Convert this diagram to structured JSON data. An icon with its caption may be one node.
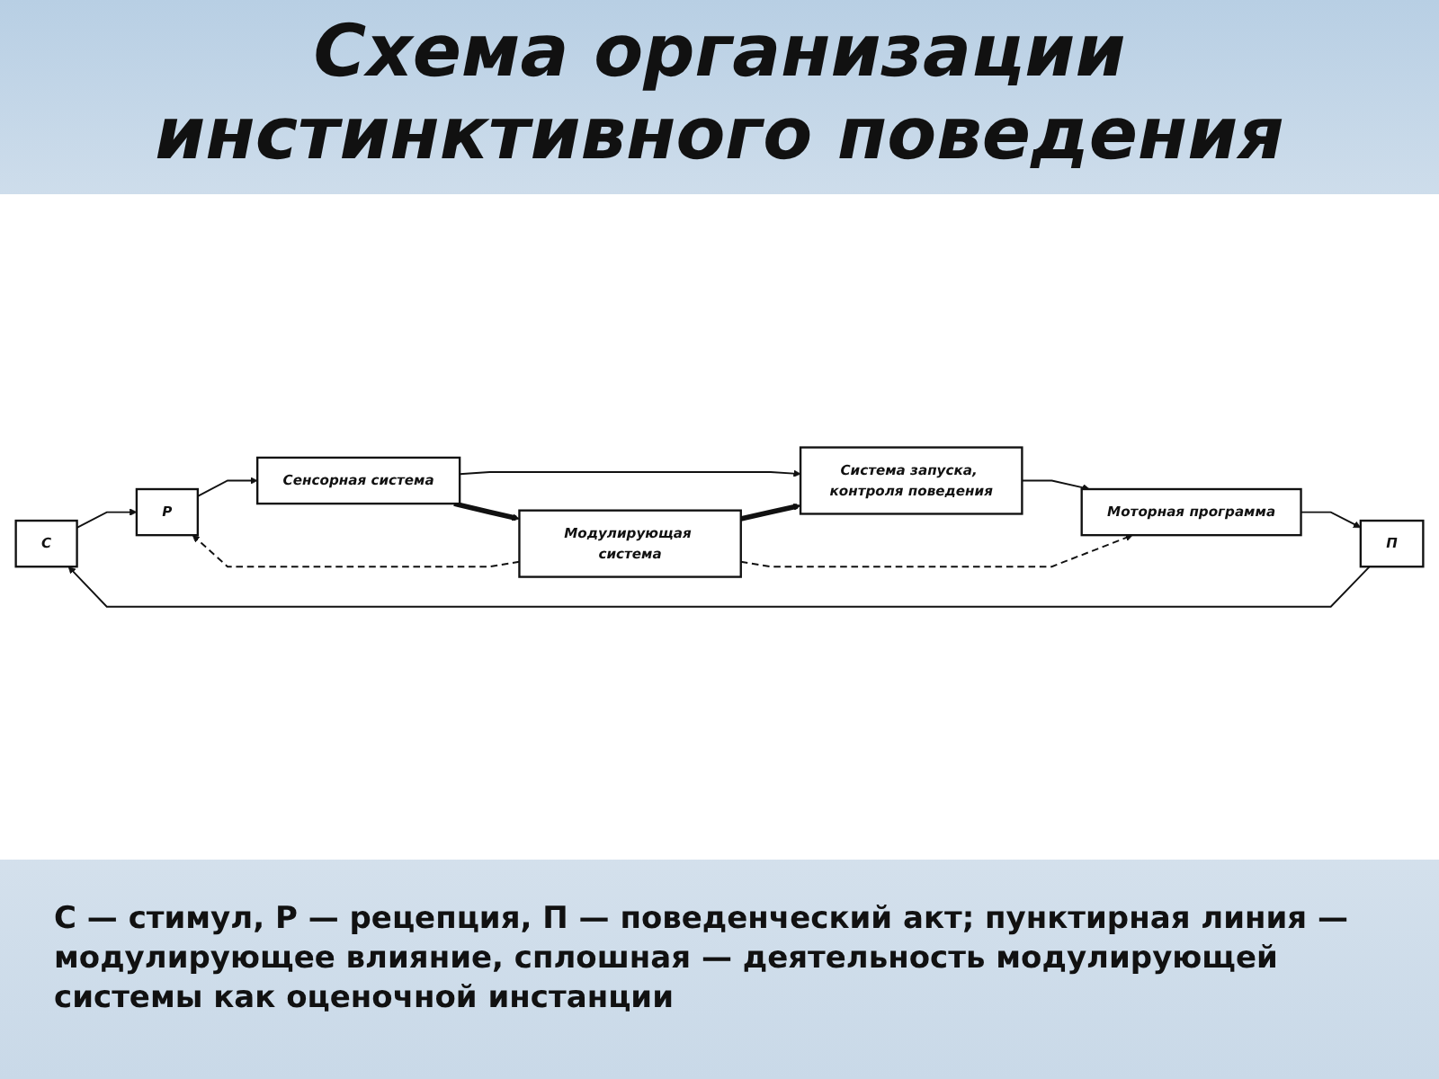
{
  "diagram": {
    "title": "Схема организации инстинктивного поведения",
    "caption": "С — стимул, Р — рецепция, П — поведенческий акт; пунктирная линия — модулирующее влияние, сплошная — деятельность модулирующей системы как оценочной инстанции",
    "nodes": [
      {
        "text": [
          "С"
        ]
      },
      {
        "text": [
          "Р"
        ]
      },
      {
        "text": [
          "Сенсорная система"
        ]
      },
      {
        "text": [
          "Система запуска, контроля поведения"
        ]
      },
      {
        "text": [
          "Моторная программа"
        ]
      },
      {
        "text": [
          "П"
        ]
      },
      {
        "text": [
          "Модулирующая система"
        ]
      }
    ],
    "edges": [
      {
        "from": 0,
        "to": 1,
        "arrow": "to"
      },
      {
        "from": 1,
        "to": 2,
        "arrow": "to"
      },
      {
        "from": 2,
        "to": 3,
        "arrow": "to"
      },
      {
        "from": 3,
        "to": 4,
        "arrow": "to"
      },
      {
        "from": 4,
        "to": 5,
        "arrow": "to"
      },
      {
        "from": 5,
        "to": 0,
        "arrow": "to"
      },
      {
        "from": 2,
        "to": 6,
        "arrow": "to",
        "style": "thick"
      },
      {
        "from": 6,
        "to": 3,
        "arrow": "to",
        "style": "thick"
      },
      {
        "from": 6,
        "to": 1,
        "arrow": "to",
        "style": "dashed"
      },
      {
        "from": 6,
        "to": 4,
        "arrow": "to",
        "style": "dashed"
      }
    ]
  }
}
